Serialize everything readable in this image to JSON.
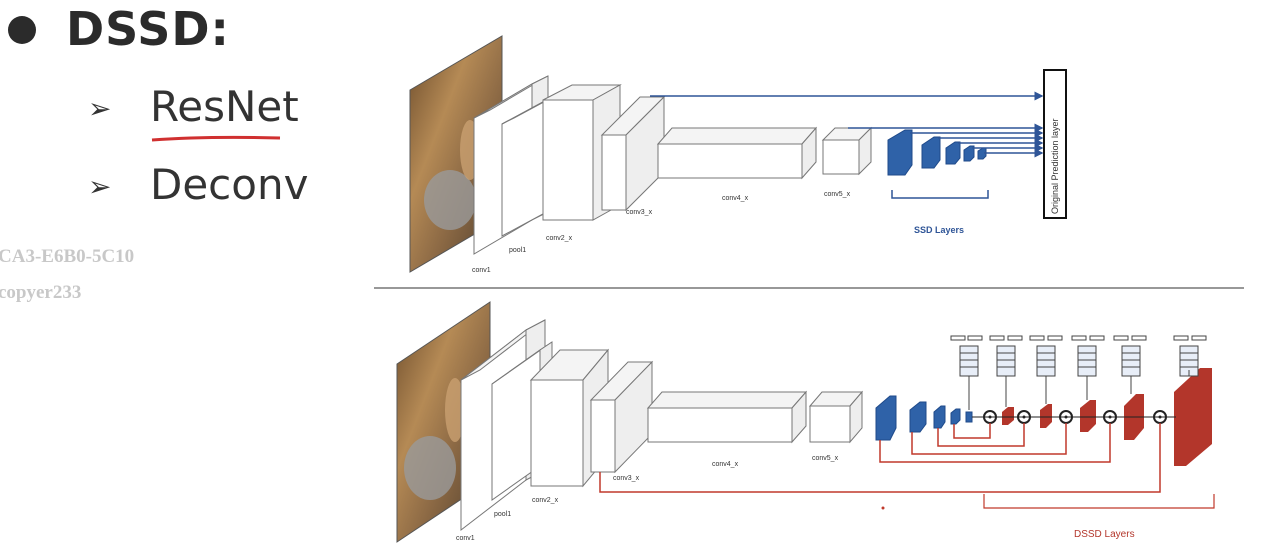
{
  "slide": {
    "title": "DSSD:",
    "items": [
      {
        "marker": "➢",
        "label": "ResNet"
      },
      {
        "marker": "➢",
        "label": "Deconv"
      }
    ],
    "watermark": [
      "CA3-E6B0-5C10",
      "copyer233"
    ]
  },
  "top_diagram": {
    "layers": [
      "conv1",
      "pool1",
      "conv2_x",
      "conv3_x",
      "conv4_x",
      "conv5_x"
    ],
    "bracket_label": "SSD Layers",
    "prediction_label": "Original Prediction layer",
    "colors": {
      "ssd_block": "#2f62a8",
      "arrow": "#2f5597"
    }
  },
  "bottom_diagram": {
    "layers": [
      "conv1",
      "pool1",
      "conv2_x",
      "conv3_x",
      "conv4_x",
      "conv5_x"
    ],
    "bracket_label": "DSSD Layers",
    "colors": {
      "ssd_block": "#2f62a8",
      "deconv_block": "#b3362b",
      "connector": "#c0392b"
    }
  }
}
